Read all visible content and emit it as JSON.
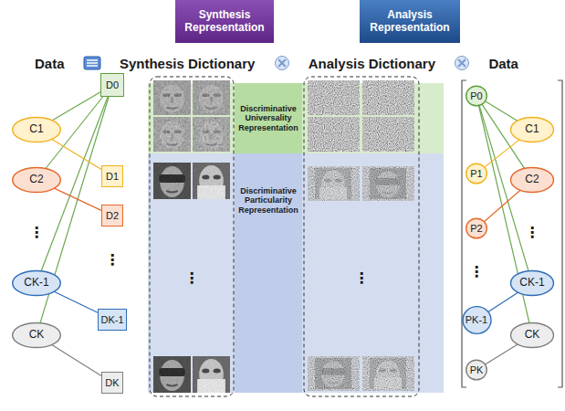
{
  "diagram": {
    "nodes": [
      {
        "text": [
          "Synthesis Representation"
        ]
      },
      {
        "text": [
          "Analysis Representation"
        ]
      },
      {
        "text": [
          "C1"
        ]
      },
      {
        "text": [
          "C2"
        ]
      },
      {
        "text": [
          "CK-1"
        ]
      },
      {
        "text": [
          "CK"
        ]
      },
      {
        "text": [
          "D0"
        ]
      },
      {
        "text": [
          "D1"
        ]
      },
      {
        "text": [
          "D2"
        ]
      },
      {
        "text": [
          "DK-1"
        ]
      },
      {
        "text": [
          "DK"
        ]
      },
      {
        "text": [
          "Discriminative Universality Representation"
        ]
      },
      {
        "text": [
          "Discriminative Particularity Representation"
        ]
      },
      {
        "text": [
          "P0"
        ]
      },
      {
        "text": [
          "P1"
        ]
      },
      {
        "text": [
          "P2"
        ]
      },
      {
        "text": [
          "PK-1"
        ]
      },
      {
        "text": [
          "PK"
        ]
      },
      {
        "text": [
          "C1"
        ]
      },
      {
        "text": [
          "C2"
        ]
      },
      {
        "text": [
          "CK-1"
        ]
      },
      {
        "text": [
          "CK"
        ]
      }
    ],
    "edges": [
      {
        "from": 2,
        "to": 6,
        "arrow": "none"
      },
      {
        "from": 3,
        "to": 6,
        "arrow": "none"
      },
      {
        "from": 4,
        "to": 6,
        "arrow": "none"
      },
      {
        "from": 5,
        "to": 6,
        "arrow": "none"
      },
      {
        "from": 2,
        "to": 7,
        "arrow": "none"
      },
      {
        "from": 3,
        "to": 8,
        "arrow": "none"
      },
      {
        "from": 4,
        "to": 9,
        "arrow": "none"
      },
      {
        "from": 5,
        "to": 10,
        "arrow": "none"
      },
      {
        "from": 13,
        "to": 18,
        "arrow": "none"
      },
      {
        "from": 13,
        "to": 19,
        "arrow": "none"
      },
      {
        "from": 13,
        "to": 20,
        "arrow": "none"
      },
      {
        "from": 13,
        "to": 21,
        "arrow": "none"
      },
      {
        "from": 14,
        "to": 18,
        "arrow": "none"
      },
      {
        "from": 15,
        "to": 19,
        "arrow": "none"
      },
      {
        "from": 16,
        "to": 20,
        "arrow": "none"
      },
      {
        "from": 17,
        "to": 21,
        "arrow": "none"
      }
    ],
    "labels": [
      "Data",
      "Synthesis Dictionary",
      "Analysis Dictionary",
      "Data",
      "⋮",
      "⋮",
      "⋮",
      "⋮",
      "⋮",
      "⋮"
    ]
  }
}
